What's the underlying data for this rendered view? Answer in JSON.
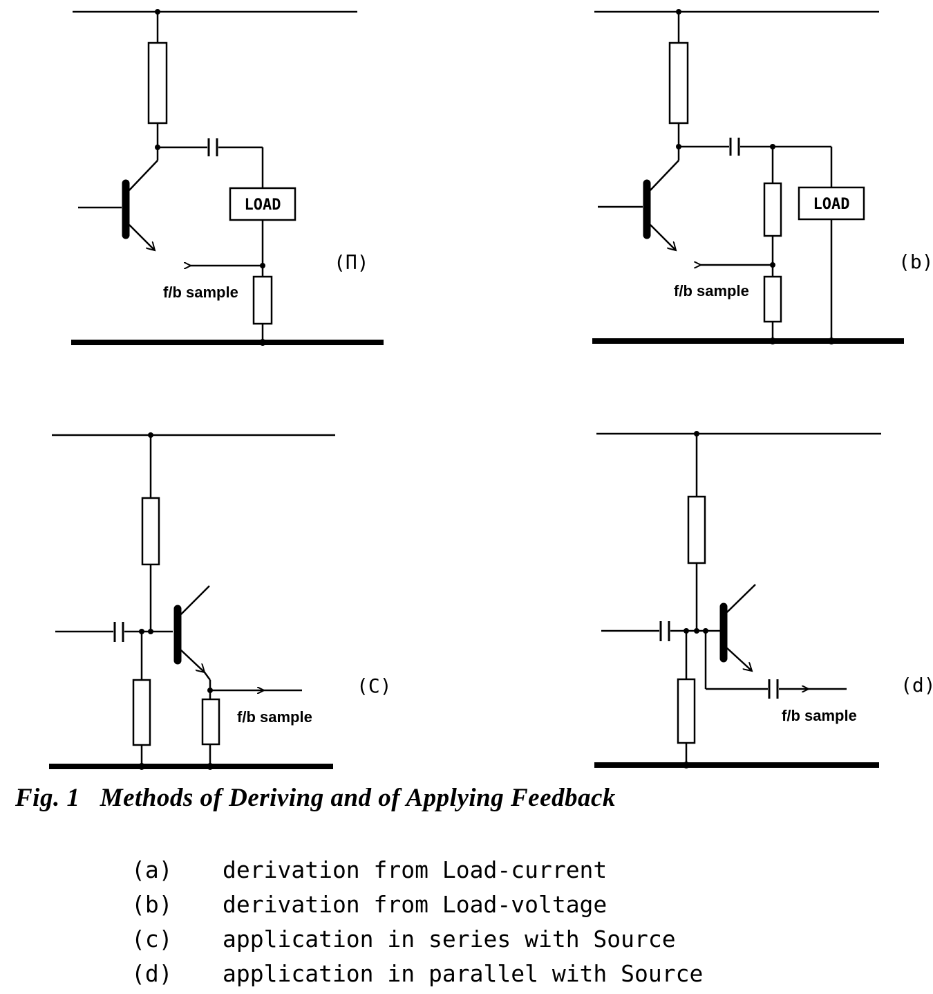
{
  "figure": {
    "caption": "Fig. 1   Methods of Deriving and of Applying Feedback",
    "panels": [
      {
        "id": "a",
        "label": "(Π)",
        "load_label": "LOAD",
        "sample_label": "f/b sample"
      },
      {
        "id": "b",
        "label": "(b)",
        "load_label": "LOAD",
        "sample_label": "f/b sample"
      },
      {
        "id": "c",
        "label": "(C)",
        "sample_label": "f/b sample"
      },
      {
        "id": "d",
        "label": "(d)",
        "sample_label": "f/b sample"
      }
    ],
    "legend": [
      {
        "key": "(a)",
        "text": "derivation from Load-current"
      },
      {
        "key": "(b)",
        "text": "derivation from Load-voltage"
      },
      {
        "key": "(c)",
        "text": "application in series with Source"
      },
      {
        "key": "(d)",
        "text": "application in parallel with Source"
      }
    ]
  }
}
